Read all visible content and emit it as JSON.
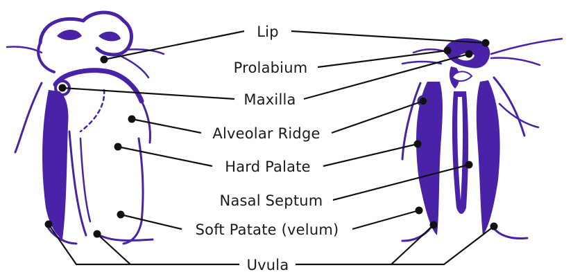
{
  "diagram": {
    "labels": {
      "lip": "Lip",
      "prolabium": "Prolabium",
      "maxilla": "Maxilla",
      "alveolar_ridge": "Alveolar Ridge",
      "hard_palate": "Hard Palate",
      "nasal_septum": "Nasal Septum",
      "soft_palate": "Soft Patate (velum)",
      "uvula": "Uvula"
    },
    "colors": {
      "illustration": "#4a22a8",
      "leader_lines": "#111111",
      "text": "#1a1a1a"
    }
  }
}
